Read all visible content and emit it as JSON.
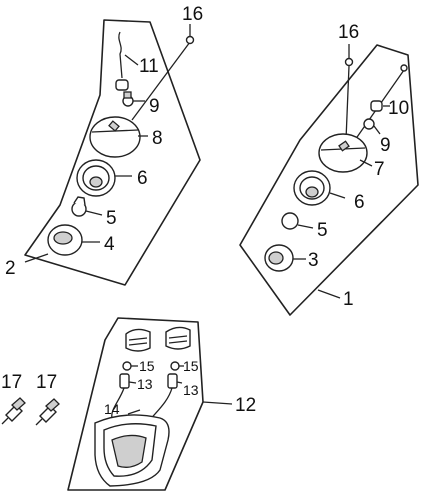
{
  "diagram": {
    "callouts": {
      "c1": "1",
      "c2": "2",
      "c3": "3",
      "c4": "4",
      "c5a": "5",
      "c5b": "5",
      "c6a": "6",
      "c6b": "6",
      "c7": "7",
      "c8": "8",
      "c9a": "9",
      "c9b": "9",
      "c10": "10",
      "c11": "11",
      "c12": "12",
      "c13a": "13",
      "c13b": "13",
      "c14": "14",
      "c15a": "15",
      "c15b": "15",
      "c16a": "16",
      "c16b": "16",
      "c17a": "17",
      "c17b": "17"
    }
  },
  "colors": {
    "line": "#222222",
    "part_fill": "#ffffff",
    "part_shade": "#cfcfcf"
  }
}
